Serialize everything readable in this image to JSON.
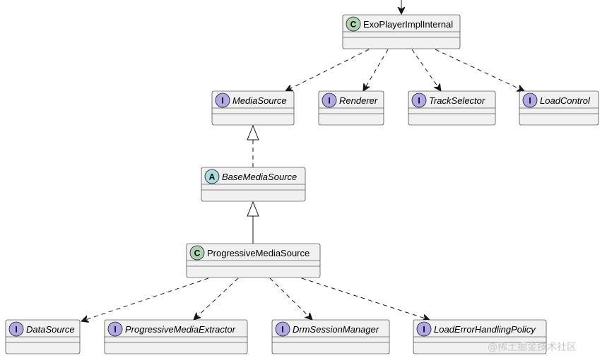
{
  "diagram": {
    "classes": [
      {
        "id": "exoplayer",
        "name": "ExoPlayerImplInternal",
        "kind": "C",
        "italic": false
      },
      {
        "id": "mediasource",
        "name": "MediaSource",
        "kind": "I",
        "italic": true
      },
      {
        "id": "renderer",
        "name": "Renderer",
        "kind": "I",
        "italic": true
      },
      {
        "id": "trackselector",
        "name": "TrackSelector",
        "kind": "I",
        "italic": true
      },
      {
        "id": "loadcontrol",
        "name": "LoadControl",
        "kind": "I",
        "italic": true
      },
      {
        "id": "basemediasource",
        "name": "BaseMediaSource",
        "kind": "A",
        "italic": true
      },
      {
        "id": "progressivemediasource",
        "name": "ProgressiveMediaSource",
        "kind": "C",
        "italic": false
      },
      {
        "id": "datasource",
        "name": "DataSource",
        "kind": "I",
        "italic": true
      },
      {
        "id": "progressivemediaextractor",
        "name": "ProgressiveMediaExtractor",
        "kind": "I",
        "italic": true
      },
      {
        "id": "drmsessionmanager",
        "name": "DrmSessionManager",
        "kind": "I",
        "italic": true
      },
      {
        "id": "loaderrorhandlingpolicy",
        "name": "LoadErrorHandlingPolicy",
        "kind": "I",
        "italic": true
      }
    ],
    "relations": [
      {
        "from": "exoplayer",
        "to": "mediasource",
        "type": "dependency"
      },
      {
        "from": "exoplayer",
        "to": "renderer",
        "type": "dependency"
      },
      {
        "from": "exoplayer",
        "to": "trackselector",
        "type": "dependency"
      },
      {
        "from": "exoplayer",
        "to": "loadcontrol",
        "type": "dependency"
      },
      {
        "from": "basemediasource",
        "to": "mediasource",
        "type": "realization"
      },
      {
        "from": "progressivemediasource",
        "to": "basemediasource",
        "type": "inheritance"
      },
      {
        "from": "progressivemediasource",
        "to": "datasource",
        "type": "dependency"
      },
      {
        "from": "progressivemediasource",
        "to": "progressivemediaextractor",
        "type": "dependency"
      },
      {
        "from": "progressivemediasource",
        "to": "drmsessionmanager",
        "type": "dependency"
      },
      {
        "from": "progressivemediasource",
        "to": "loaderrorhandlingpolicy",
        "type": "dependency"
      }
    ],
    "stereotype_colors": {
      "C": "#add1b2",
      "I": "#b4a7e5",
      "A": "#a9dcdf"
    }
  },
  "watermark": "@稀土掘金技术社区"
}
